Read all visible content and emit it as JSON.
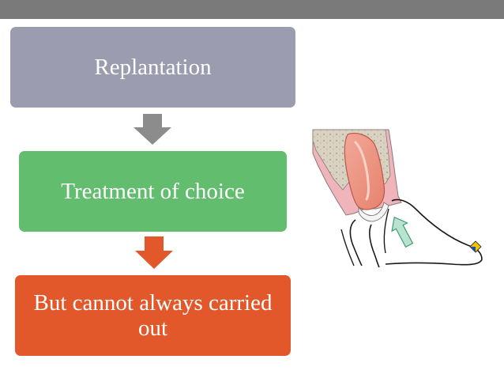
{
  "steps": [
    {
      "label": "Replantation",
      "color": "#9b9caf"
    },
    {
      "label": "Treatment of choice",
      "color": "#63bd6f"
    },
    {
      "label": "But cannot always carried out",
      "color": "#e2582b"
    }
  ],
  "arrows": [
    {
      "color": "#8c8c8c"
    },
    {
      "color": "#e2582b"
    }
  ],
  "illustration": {
    "icon": "tooth-replantation-illustration"
  }
}
